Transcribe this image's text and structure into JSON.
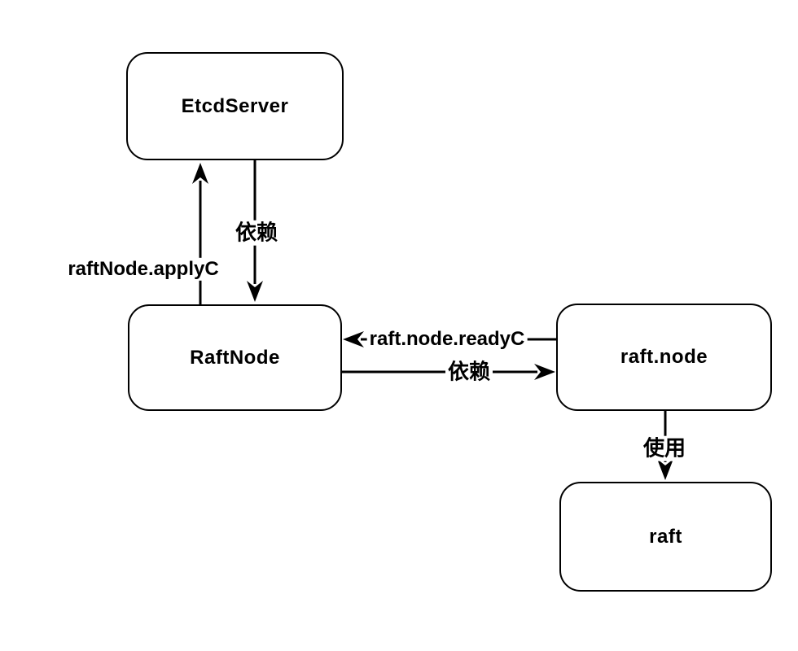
{
  "diagram": {
    "type": "dependency-diagram",
    "background_color": "#ffffff",
    "stroke_color": "#000000",
    "text_color": "#000000",
    "nodes": [
      {
        "id": "etcdserver",
        "label": "EtcdServer"
      },
      {
        "id": "raftnode",
        "label": "RaftNode"
      },
      {
        "id": "raft-node",
        "label": "raft.node"
      },
      {
        "id": "raft",
        "label": "raft"
      }
    ],
    "edges": [
      {
        "from": "EtcdServer",
        "to": "RaftNode",
        "label": "依赖",
        "direction": "down"
      },
      {
        "from": "RaftNode",
        "to": "EtcdServer",
        "label": "raftNode.applyC",
        "direction": "up"
      },
      {
        "from": "raft.node",
        "to": "RaftNode",
        "label": "raft.node.readyC",
        "direction": "left"
      },
      {
        "from": "RaftNode",
        "to": "raft.node",
        "label": "依赖",
        "direction": "right"
      },
      {
        "from": "raft.node",
        "to": "raft",
        "label": "使用",
        "direction": "down"
      }
    ]
  }
}
